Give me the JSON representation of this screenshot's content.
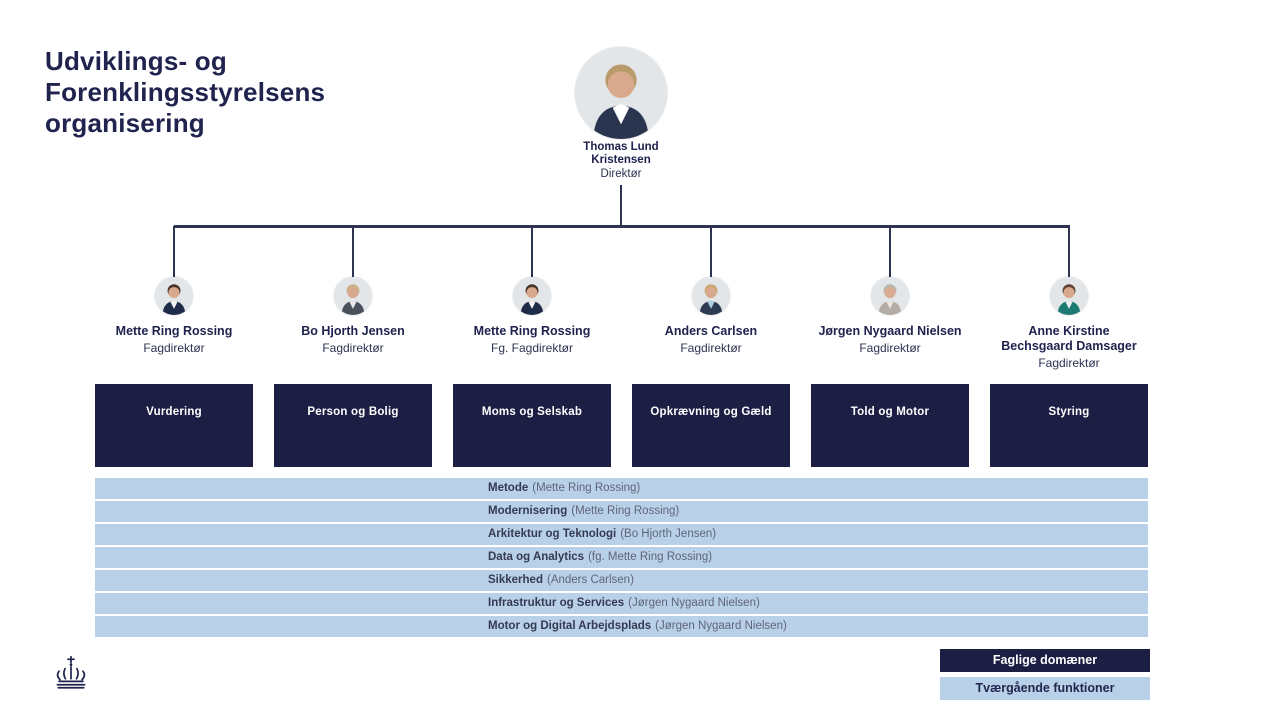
{
  "title": "Udviklings- og Forenklingsstyrelsens organisering",
  "colors": {
    "navy_box": "#1c1e44",
    "light_blue": "#b9d0e9",
    "text_navy": "#20234e",
    "line": "#2e3352"
  },
  "director": {
    "name_line1": "Thomas Lund",
    "name_line2": "Kristensen",
    "title": "Direktør",
    "avatar": {
      "hair": "#b99a6b",
      "skin": "#d9a98d",
      "clothing": "#2a3550",
      "shirt": "#ffffff"
    }
  },
  "units": [
    {
      "name": "Mette Ring Rossing",
      "title": "Fagdirektør",
      "domain": "Vurdering",
      "avatar": {
        "hair": "#4a3228",
        "skin": "#d9a98d",
        "clothing": "#1f2c49",
        "shirt": "#f2f2f2"
      }
    },
    {
      "name": "Bo Hjorth Jensen",
      "title": "Fagdirektør",
      "domain": "Person og Bolig",
      "avatar": {
        "hair": "#c9b18a",
        "skin": "#d9a98d",
        "clothing": "#4a505c",
        "shirt": "#e8e8ea"
      }
    },
    {
      "name": "Mette Ring Rossing",
      "title": "Fg. Fagdirektør",
      "domain": "Moms og Selskab",
      "avatar": {
        "hair": "#4a3228",
        "skin": "#d9a98d",
        "clothing": "#1f2c49",
        "shirt": "#f2f2f2"
      }
    },
    {
      "name": "Anders Carlsen",
      "title": "Fagdirektør",
      "domain": "Opkrævning og Gæld",
      "avatar": {
        "hair": "#c8a96f",
        "skin": "#d9a98d",
        "clothing": "#2c3a52",
        "shirt": "#a8cfe0"
      }
    },
    {
      "name": "Jørgen Nygaard Nielsen",
      "title": "Fagdirektør",
      "domain": "Told og Motor",
      "avatar": {
        "hair": "#b9b4ae",
        "skin": "#d9ab90",
        "clothing": "#b3aca4",
        "shirt": "#e9e6e2"
      }
    },
    {
      "name": "Anne Kirstine Bechsgaard Damsager",
      "title": "Fagdirektør",
      "domain": "Styring",
      "avatar": {
        "hair": "#5d4434",
        "skin": "#d9a98d",
        "clothing": "#1d7a72",
        "shirt": "#e8eef0"
      }
    }
  ],
  "cross_functions": [
    {
      "label": "Metode",
      "owner": "(Mette Ring Rossing)"
    },
    {
      "label": "Modernisering",
      "owner": "(Mette Ring Rossing)"
    },
    {
      "label": "Arkitektur og Teknologi",
      "owner": "(Bo Hjorth Jensen)"
    },
    {
      "label": "Data og Analytics",
      "owner": "(fg. Mette Ring Rossing)"
    },
    {
      "label": "Sikkerhed",
      "owner": "(Anders Carlsen)"
    },
    {
      "label": "Infrastruktur og Services",
      "owner": "(Jørgen Nygaard Nielsen)"
    },
    {
      "label": "Motor og Digital Arbejdsplads",
      "owner": "(Jørgen Nygaard Nielsen)"
    }
  ],
  "legend": {
    "domains_label": "Faglige domæner",
    "cross_label": "Tværgående funktioner"
  },
  "footer": {
    "logo_icon": "danish-crown-icon"
  }
}
